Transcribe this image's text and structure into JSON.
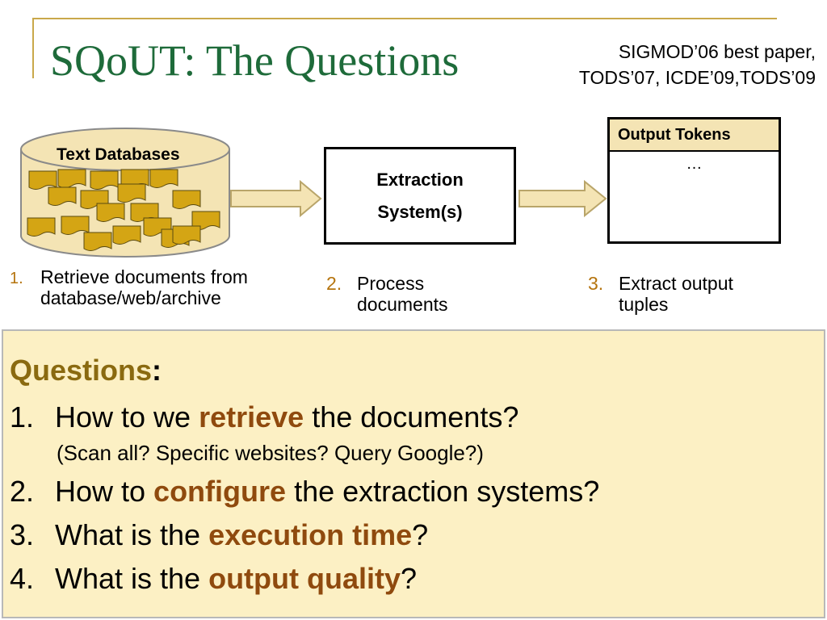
{
  "title": "SQoUT: The Questions",
  "citation": {
    "line1": "SIGMOD’06 best paper,",
    "line2": "TODS’07, ICDE’09,TODS’09"
  },
  "diagram": {
    "database_label": "Text Databases",
    "extraction": {
      "line1": "Extraction",
      "line2": "System(s)"
    },
    "output_table": {
      "header": "Output Tokens",
      "cell": "…"
    },
    "steps": [
      {
        "num": "1.",
        "line1": "Retrieve documents from",
        "line2": "database/web/archive"
      },
      {
        "num": "2.",
        "line1": "Process",
        "line2": "documents"
      },
      {
        "num": "3.",
        "line1": "Extract output",
        "line2": "tuples"
      }
    ]
  },
  "questions": {
    "heading": "Questions",
    "colon": ":",
    "items": [
      {
        "num": "1.",
        "pre": "How to we ",
        "highlight": "retrieve",
        "post": " the documents?",
        "sub": "(Scan all? Specific websites? Query Google?)"
      },
      {
        "num": "2.",
        "pre": "How to ",
        "highlight": "configure",
        "post": " the extraction systems?"
      },
      {
        "num": "3.",
        "pre": "What is the ",
        "highlight": "execution time",
        "post": "?"
      },
      {
        "num": "4.",
        "pre": "What is the ",
        "highlight": "output quality",
        "post": "?"
      }
    ]
  },
  "colors": {
    "title": "#1e6b3a",
    "accent": "#b5740e",
    "highlight": "#8f4a0e",
    "panel": "#fcf0c4",
    "doc_fill": "#d4a514",
    "db_fill": "#f4e4b4"
  }
}
